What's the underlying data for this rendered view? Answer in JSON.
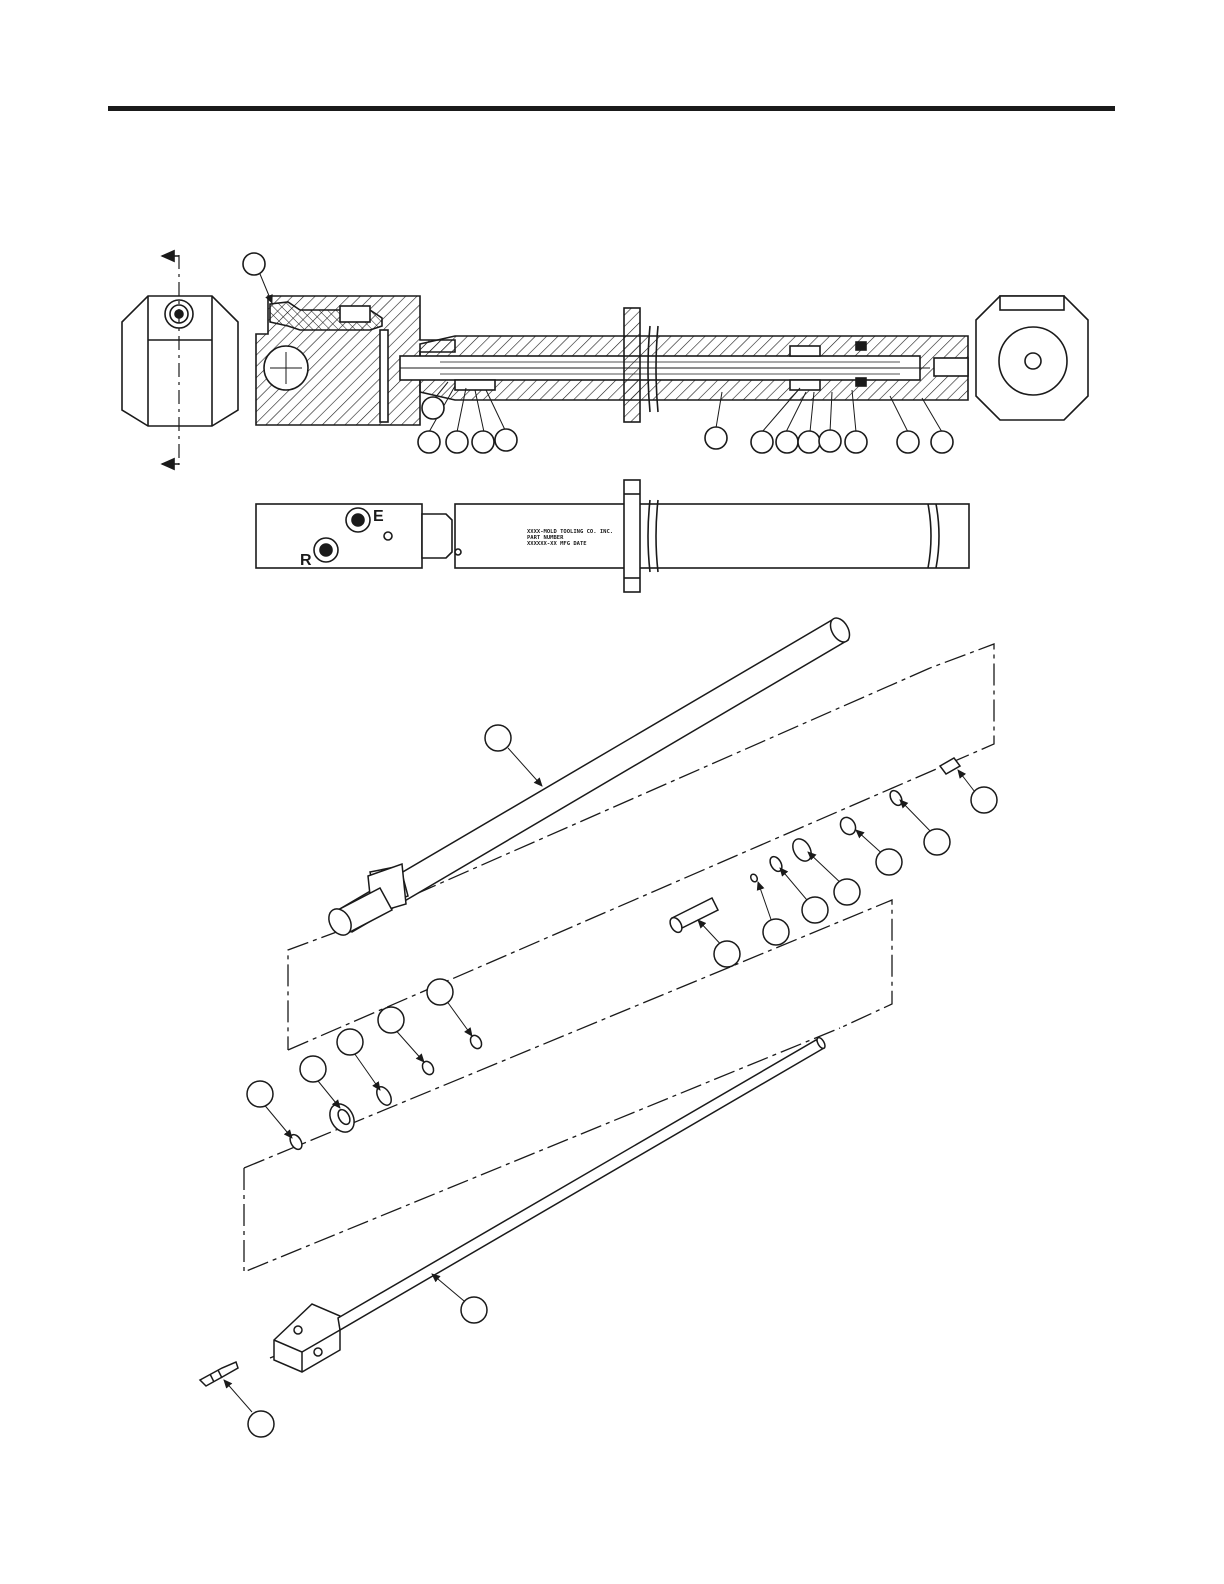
{
  "side_view": {
    "port_label_e": "E",
    "port_label_r": "R",
    "engraving": [
      "XXXX-MOLD TOOLING CO. INC.",
      "PART NUMBER",
      "XXXXXX-XX MFG DATE"
    ]
  },
  "colors": {
    "line": "#1a1a1a",
    "background": "#ffffff"
  }
}
